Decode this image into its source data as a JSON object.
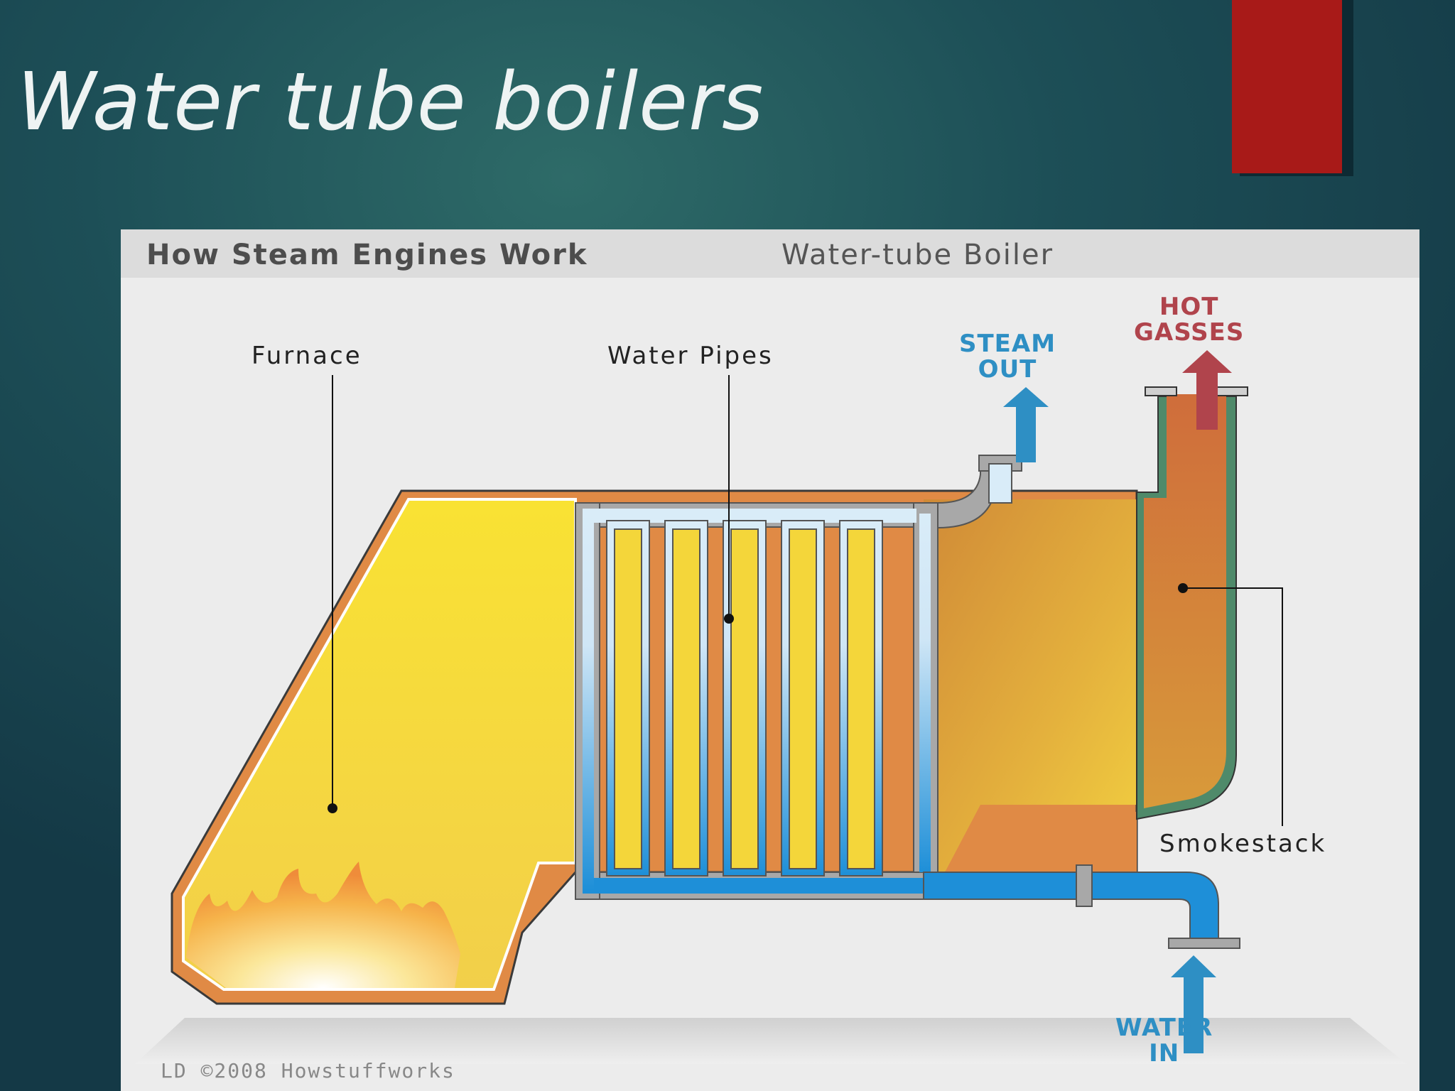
{
  "slide": {
    "title": "Water tube boilers"
  },
  "figure": {
    "title": "How Steam Engines Work",
    "subtitle": "Water-tube Boiler",
    "credit": "LD ©2008 Howstuffworks",
    "labels": {
      "furnace": "Furnace",
      "water_pipes": "Water Pipes",
      "smokestack": "Smokestack"
    },
    "flows": {
      "steam_out": "STEAM\nOUT",
      "hot_gasses": "HOT\nGASSES",
      "water_in": "WATER\nIN"
    },
    "colors": {
      "accent_bar": "#a81a18",
      "steam_arrow": "#2e8fc4",
      "hot_gas_arrow": "#b0444c",
      "furnace_wall": "#e08a45",
      "fire_yellow": "#f6d835",
      "water_blue": "#1e8fd8"
    }
  }
}
